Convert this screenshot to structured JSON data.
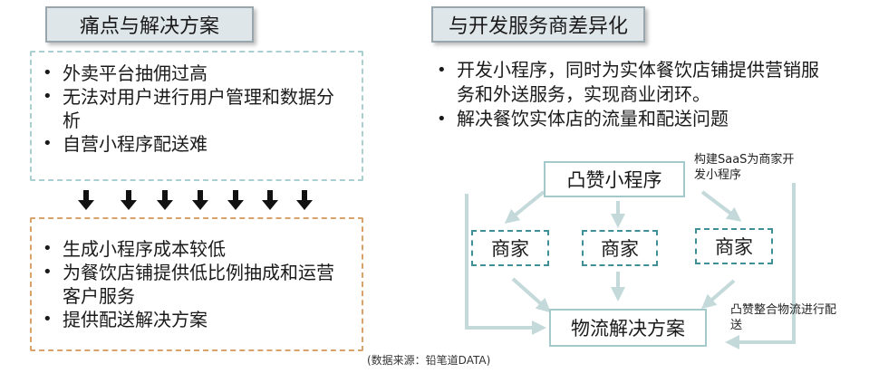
{
  "left": {
    "title": "痛点与解决方案",
    "pain_points": [
      "外卖平台抽佣过高",
      "无法对用户进行用户管理和数据分析",
      "自营小程序配送难"
    ],
    "solutions": [
      "生成小程序成本较低",
      "为餐饮店铺提供低比例抽成和运营客户服务",
      "提供配送解决方案"
    ],
    "colors": {
      "pain_border": "#a9cfd1",
      "solution_border": "#d9a26a"
    }
  },
  "right": {
    "title": "与开发服务商差异化",
    "points": [
      "开发小程序，同时为实体餐饮店铺提供营销服务和外送服务，实现商业闭环。",
      "解决餐饮实体店的流量和配送问题"
    ]
  },
  "diagram": {
    "top_node": "凸赞小程序",
    "merchants": [
      "商家",
      "商家",
      "商家"
    ],
    "bottom_node": "物流解决方案",
    "note_top": "构建SaaS为商家开发小程序",
    "note_bottom": "凸赞整合物流进行配送",
    "colors": {
      "arrow": "#c4d9da",
      "dash": "#3f8f96"
    }
  },
  "source": "(数据来源：铅笔道DATA)",
  "bullet_glyph": "•"
}
